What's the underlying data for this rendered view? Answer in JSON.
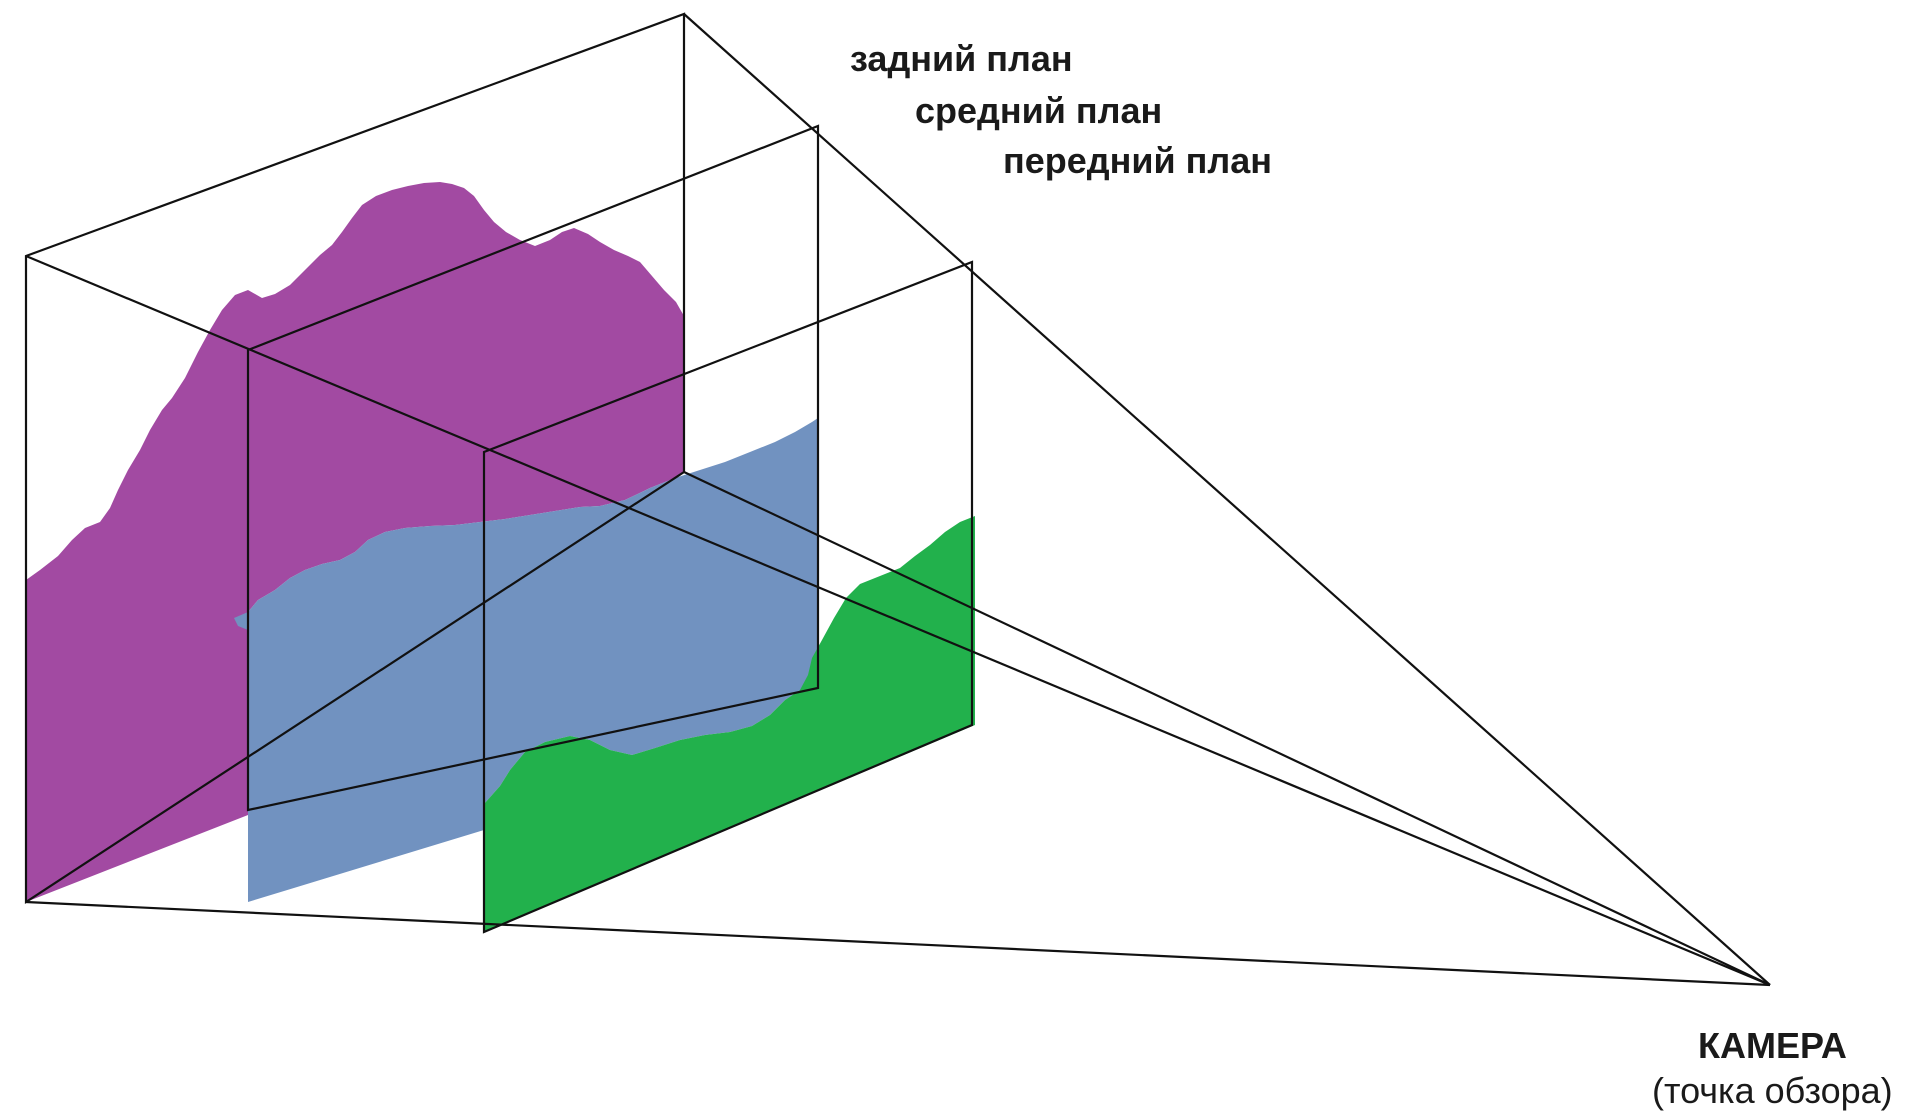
{
  "labels": {
    "background_plane": "задний план",
    "middle_plane": "средний план",
    "foreground_plane": "передний план",
    "camera": "КАМЕРА",
    "camera_note": "(точка обзора)"
  },
  "colors": {
    "background_layer": "#a24aa2",
    "middle_layer": "#7192c0",
    "foreground_layer": "#22b14c",
    "lines": "#111111"
  }
}
